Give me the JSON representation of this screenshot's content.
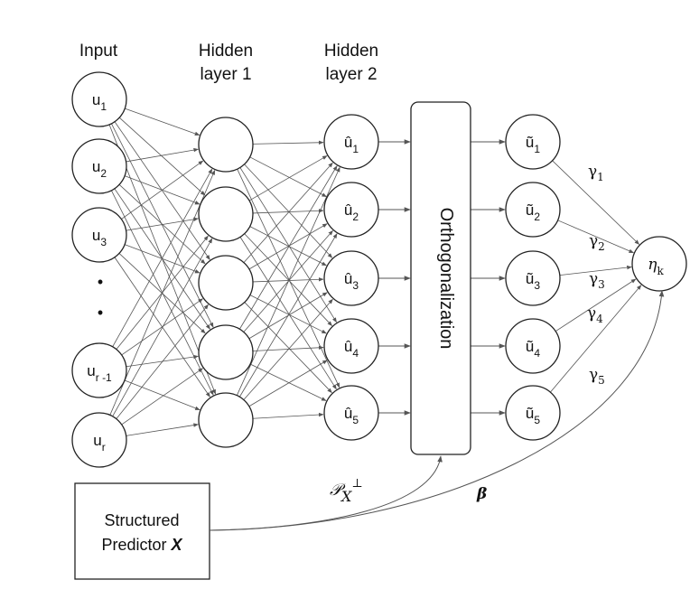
{
  "headers": {
    "input": "Input",
    "hidden1": [
      "Hidden",
      "layer 1"
    ],
    "hidden2": [
      "Hidden",
      "layer 2"
    ]
  },
  "input_nodes": [
    {
      "base": "u",
      "sub": "1"
    },
    {
      "base": "u",
      "sub": "2"
    },
    {
      "base": "u",
      "sub": "3"
    },
    {
      "base": "u",
      "sub": "r -1"
    },
    {
      "base": "u",
      "sub": "r"
    }
  ],
  "ellipsis": [
    "•",
    "•"
  ],
  "hidden2_nodes": [
    {
      "base": "û",
      "sub": "1"
    },
    {
      "base": "û",
      "sub": "2"
    },
    {
      "base": "û",
      "sub": "3"
    },
    {
      "base": "û",
      "sub": "4"
    },
    {
      "base": "û",
      "sub": "5"
    }
  ],
  "orthogonalization_label": "Orthogonalization",
  "ortho_nodes": [
    {
      "base": "ũ",
      "sub": "1"
    },
    {
      "base": "ũ",
      "sub": "2"
    },
    {
      "base": "ũ",
      "sub": "3"
    },
    {
      "base": "ũ",
      "sub": "4"
    },
    {
      "base": "ũ",
      "sub": "5"
    }
  ],
  "gammas": [
    {
      "base": "γ",
      "sub": "1"
    },
    {
      "base": "γ",
      "sub": "2"
    },
    {
      "base": "γ",
      "sub": "3"
    },
    {
      "base": "γ",
      "sub": "4"
    },
    {
      "base": "γ",
      "sub": "5"
    }
  ],
  "output_node": {
    "base": "η",
    "sub": "k"
  },
  "projection_label": {
    "base": "𝒫",
    "sub": "X",
    "sup": "⊥"
  },
  "beta_label": "β",
  "structured_box": {
    "line1": "Structured",
    "line2": "Predictor",
    "bold": "X"
  }
}
